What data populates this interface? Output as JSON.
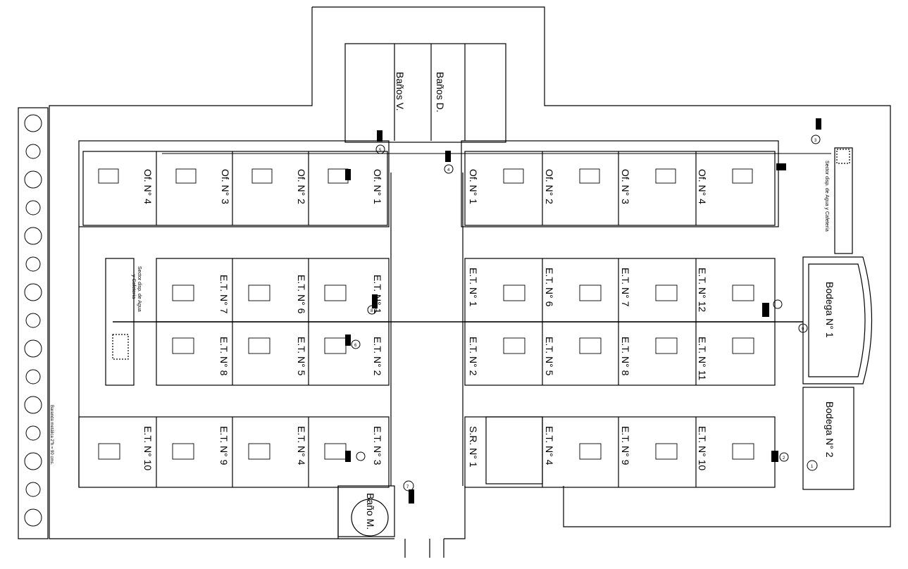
{
  "plan": {
    "room_labels": {
      "of_4_left": "Of. N° 4",
      "of_3_left": "Of. N° 3",
      "of_2_left": "Of. N° 2",
      "of_1_left": "Of. N° 1",
      "of_1_right": "Of. N° 1",
      "of_2_right": "Of. N° 2",
      "of_3_right": "Of. N° 3",
      "of_4_right": "Of. N° 4",
      "banos_v": "Baños V.",
      "banos_d": "Baños D.",
      "et_7": "E.T. N° 7",
      "et_6_left": "E.T. N° 6",
      "et_1_left": "E.T. N° 1",
      "et_8_left": "E.T. N° 8",
      "et_5_left": "E.T. N° 5",
      "et_2_left": "E.T. N° 2",
      "et_10_left": "E.T. N° 10",
      "et_9_left": "E.T. N° 9",
      "et_4_left": "E.T. N° 4",
      "et_3_left": "E.T. N° 3",
      "et_1_right": "E.T. N° 1",
      "et_6_right": "E.T. N° 6",
      "et_7_right": "E.T. N° 7",
      "et_12": "E.T. N° 12",
      "et_2_right": "E.T. N° 2",
      "et_5_right": "E.T. N° 5",
      "et_8_right": "E.T. N° 8",
      "et_11": "E.T. N° 11",
      "sr_1": "S.R. N° 1",
      "et_4_right": "E.T. N° 4",
      "et_9_right": "E.T. N° 9",
      "et_10_right": "E.T. N° 10",
      "bodega_1": "Bodega N° 1",
      "bodega_2": "Bodega N° 2",
      "bano_m": "Baño M.",
      "sector_left_1": "Sector disp. de Agua",
      "sector_left_2": "y Cafetería",
      "sector_right": "Sector disp. de Agua y Cafetería",
      "barandal": "Baranda metálica 2\"h = 90 cms."
    },
    "circuit_numbers": [
      "1",
      "2",
      "3",
      "4",
      "5",
      "6",
      "7",
      "8",
      "9"
    ]
  }
}
